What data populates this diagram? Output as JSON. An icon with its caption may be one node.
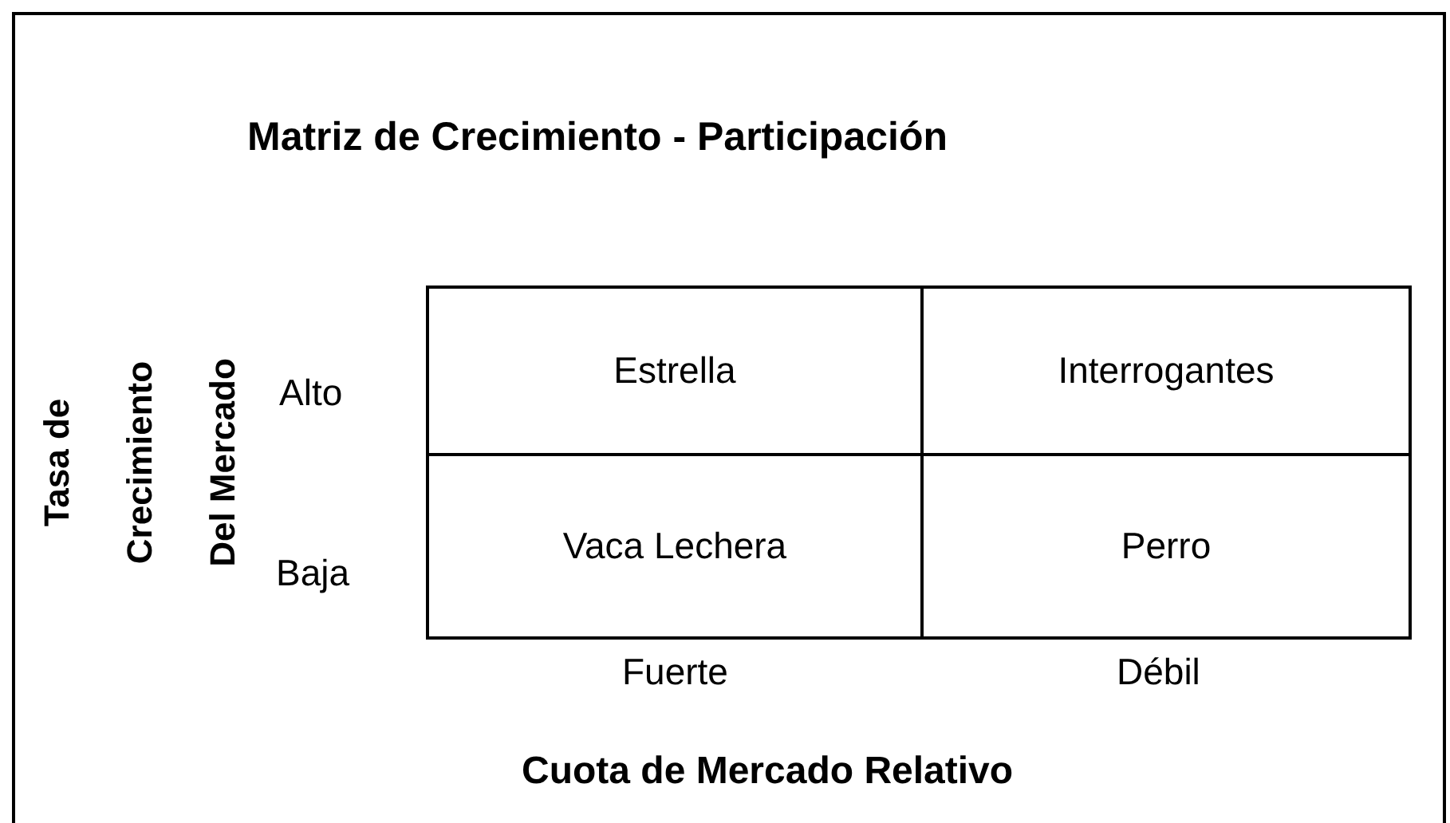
{
  "diagram": {
    "title": "Matriz de Crecimiento - Participación",
    "nodes": [
      {
        "text": [
          "Estrella"
        ]
      },
      {
        "text": [
          "Interrogantes"
        ]
      },
      {
        "text": [
          "Vaca Lechera"
        ]
      },
      {
        "text": [
          "Perro"
        ]
      }
    ],
    "labels": [
      "Tasa de Crecimiento Del Mercado",
      "Alto",
      "Baja",
      "Fuerte",
      "Débil",
      "Cuota de Mercado Relativo"
    ]
  }
}
